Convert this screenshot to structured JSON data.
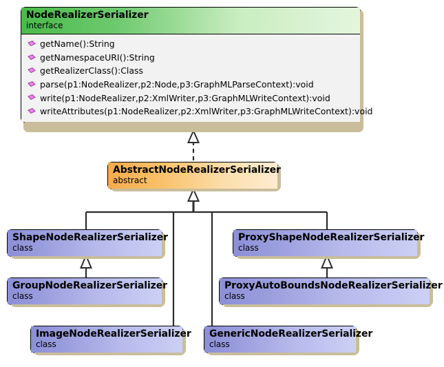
{
  "diagram": {
    "kind": "uml-class-diagram",
    "background": "#ffffff",
    "shadow_color": "#c9bd9b",
    "palette": {
      "interface_header": "#4aba4a",
      "interface_body": "#f2f2f2",
      "abstract_header": "#f4ab4e",
      "class_header": "#8c8fd6",
      "outline": "#000000",
      "method_icon": "#ee82ee"
    }
  },
  "nodes": {
    "interface": {
      "name": "NodeRealizerSerializer",
      "stereotype": "interface",
      "methods": [
        {
          "icon": "public-method-icon",
          "signature": "getName():String"
        },
        {
          "icon": "public-method-icon",
          "signature": "getNamespaceURI():String"
        },
        {
          "icon": "public-method-icon",
          "signature": "getRealizerClass():Class"
        },
        {
          "icon": "public-method-icon",
          "signature": "parse(p1:NodeRealizer,p2:Node,p3:GraphMLParseContext):void"
        },
        {
          "icon": "public-method-icon",
          "signature": "write(p1:NodeRealizer,p2:XmlWriter,p3:GraphMLWriteContext):void"
        },
        {
          "icon": "public-method-icon",
          "signature": "writeAttributes(p1:NodeRealizer,p2:XmlWriter,p3:GraphMLWriteContext):void"
        }
      ]
    },
    "abstract": {
      "name": "AbstractNodeRealizerSerializer",
      "stereotype": "abstract"
    },
    "shape": {
      "name": "ShapeNodeRealizerSerializer",
      "stereotype": "class"
    },
    "proxy_shape": {
      "name": "ProxyShapeNodeRealizerSerializer",
      "stereotype": "class"
    },
    "group": {
      "name": "GroupNodeRealizerSerializer",
      "stereotype": "class"
    },
    "proxy_auto_bounds": {
      "name": "ProxyAutoBoundsNodeRealizerSerializer",
      "stereotype": "class"
    },
    "image": {
      "name": "ImageNodeRealizerSerializer",
      "stereotype": "class"
    },
    "generic": {
      "name": "GenericNodeRealizerSerializer",
      "stereotype": "class"
    }
  },
  "relations": [
    {
      "type": "realization",
      "from": "AbstractNodeRealizerSerializer",
      "to": "NodeRealizerSerializer",
      "line": "dashed",
      "arrow": "hollow-triangle"
    },
    {
      "type": "generalization",
      "from": "ShapeNodeRealizerSerializer",
      "to": "AbstractNodeRealizerSerializer",
      "line": "solid",
      "arrow": "hollow-triangle"
    },
    {
      "type": "generalization",
      "from": "ImageNodeRealizerSerializer",
      "to": "AbstractNodeRealizerSerializer",
      "line": "solid",
      "arrow": "hollow-triangle"
    },
    {
      "type": "generalization",
      "from": "GenericNodeRealizerSerializer",
      "to": "AbstractNodeRealizerSerializer",
      "line": "solid",
      "arrow": "hollow-triangle"
    },
    {
      "type": "generalization",
      "from": "ProxyShapeNodeRealizerSerializer",
      "to": "AbstractNodeRealizerSerializer",
      "line": "solid",
      "arrow": "hollow-triangle"
    },
    {
      "type": "generalization",
      "from": "GroupNodeRealizerSerializer",
      "to": "ShapeNodeRealizerSerializer",
      "line": "solid",
      "arrow": "hollow-triangle"
    },
    {
      "type": "generalization",
      "from": "ProxyAutoBoundsNodeRealizerSerializer",
      "to": "ProxyShapeNodeRealizerSerializer",
      "line": "solid",
      "arrow": "hollow-triangle"
    }
  ]
}
